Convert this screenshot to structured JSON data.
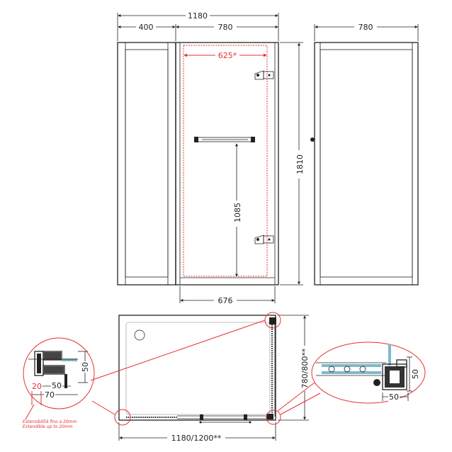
{
  "front_view": {
    "total_width": "1180",
    "fixed_panel_width": "400",
    "door_width": "780",
    "door_opening": "625*",
    "handle_height": "1085",
    "bottom_width": "676",
    "height": "1810"
  },
  "side_view": {
    "width": "780"
  },
  "plan_view": {
    "depth": "780/800**",
    "width": "1180/1200**"
  },
  "detail_left": {
    "dim_50_vertical": "50",
    "dim_20": "20",
    "dim_50": "50",
    "dim_70": "70",
    "note_it": "Estensibilità fino a 20mm",
    "note_en": "Extendible up to 20mm"
  },
  "detail_right": {
    "dim_50_vertical": "50",
    "dim_50": "50"
  },
  "colors": {
    "line": "#222222",
    "accent_red": "#e53030",
    "glass_blue": "#7fb8c8"
  }
}
